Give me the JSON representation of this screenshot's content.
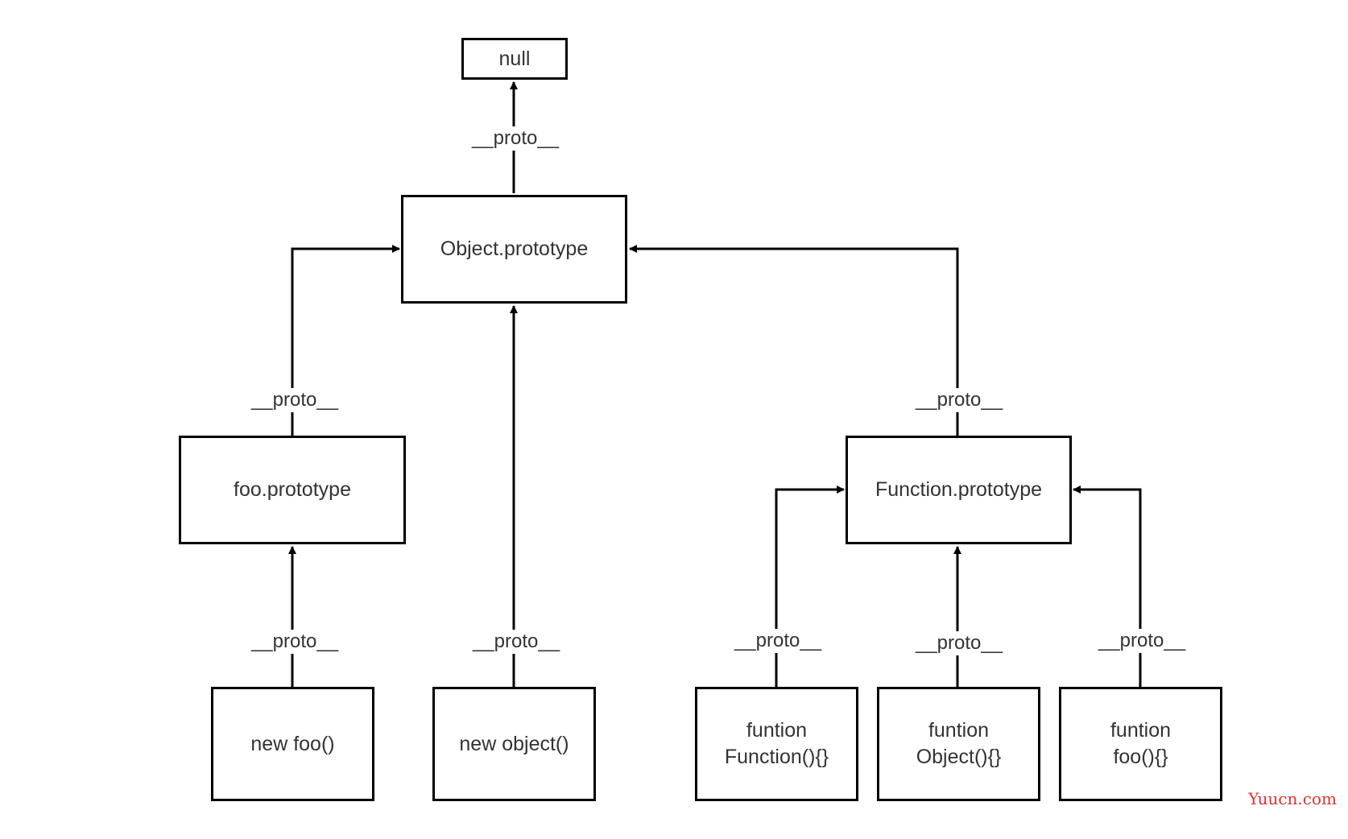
{
  "nodes": {
    "null": "null",
    "object_prototype": "Object.prototype",
    "foo_prototype": "foo.prototype",
    "function_prototype": "Function.prototype",
    "new_foo": "new foo()",
    "new_object": "new object()",
    "funtion_function": "funtion\nFunction(){}",
    "funtion_object": "funtion\nObject(){}",
    "funtion_foo": "funtion\nfoo(){}"
  },
  "edge_label": "__proto__",
  "watermark": "Yuucn.com",
  "colors": {
    "line": "#000000",
    "text": "#333333",
    "watermark": "#e03030"
  }
}
